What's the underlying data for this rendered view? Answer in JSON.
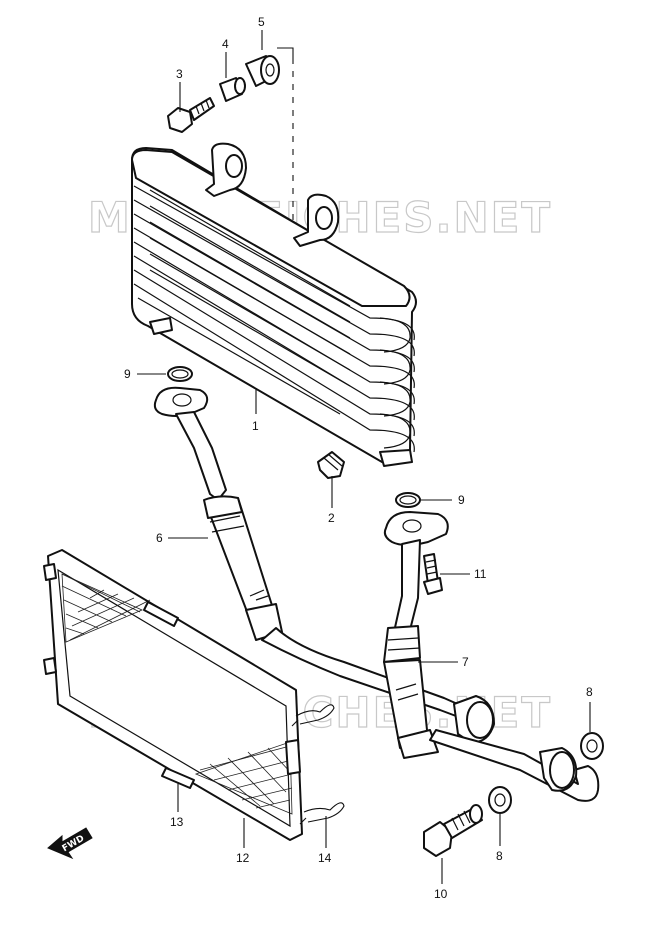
{
  "watermark_text": "MICROFICHES.NET",
  "fwd_label": "FWD",
  "callouts": {
    "c1": "1",
    "c2": "2",
    "c3": "3",
    "c4": "4",
    "c5": "5",
    "c6": "6",
    "c7": "7",
    "c8a": "8",
    "c8b": "8",
    "c9a": "9",
    "c9b": "9",
    "c10": "10",
    "c11": "11",
    "c12": "12",
    "c13": "13",
    "c14": "14"
  }
}
